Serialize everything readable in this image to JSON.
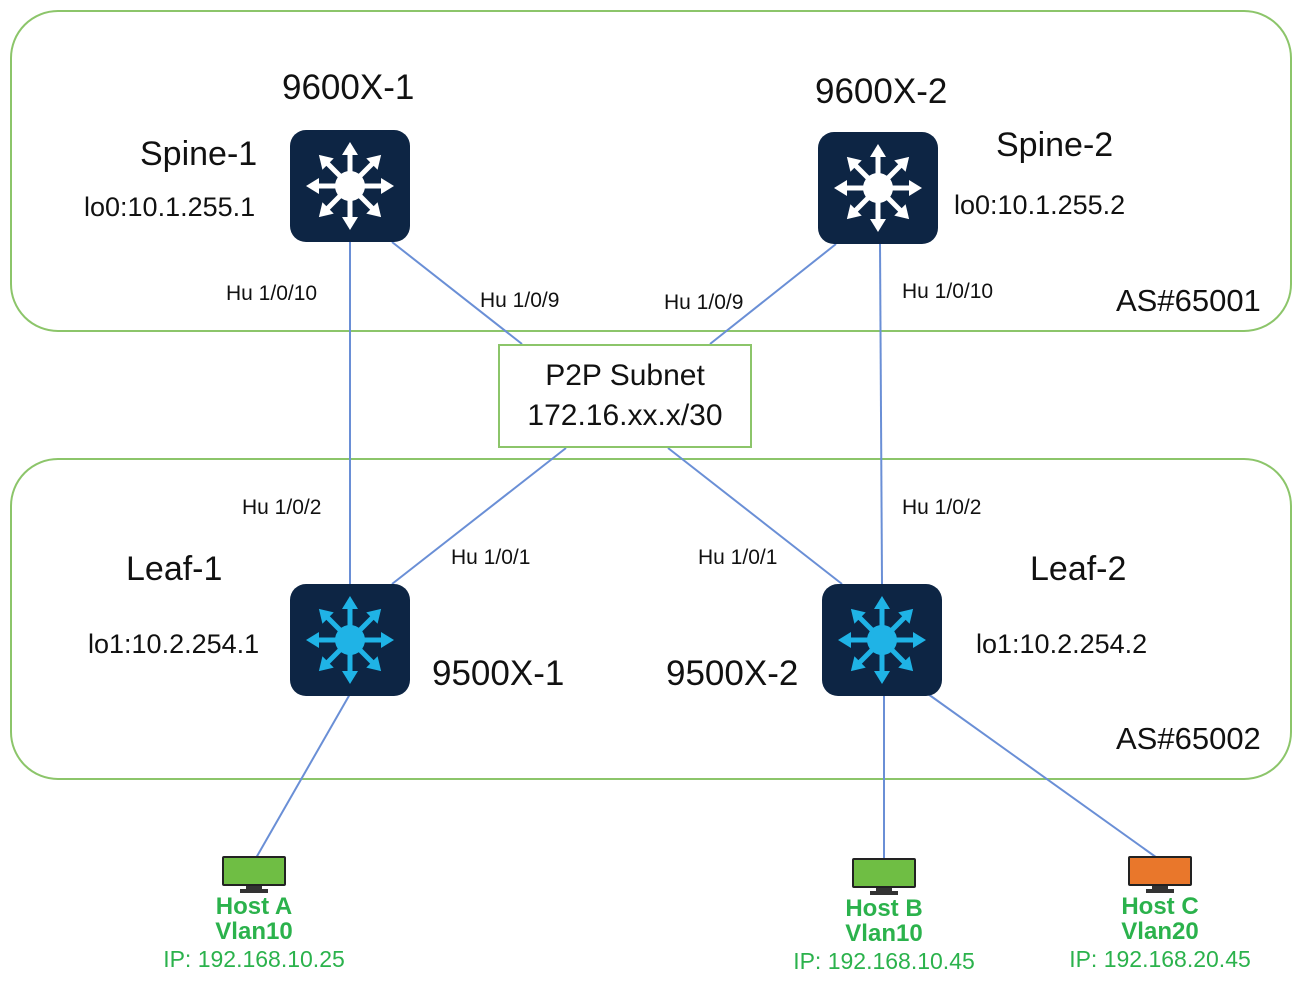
{
  "colors": {
    "zone_border": "#8cc56a",
    "link": "#6a8fd6",
    "spine_bg": "#0d2544",
    "spine_arrows": "#ffffff",
    "leaf_arrows": "#1fb3e6",
    "host_text": "#2bb24c",
    "host_green": "#6fbe44",
    "host_orange": "#e9772b"
  },
  "zones": {
    "spine_as": "AS#65001",
    "leaf_as": "AS#65002"
  },
  "p2p": {
    "line1": "P2P Subnet",
    "line2": "172.16.xx.x/30"
  },
  "spines": [
    {
      "model": "9600X-1",
      "name": "Spine-1",
      "loopback": "lo0:10.1.255.1"
    },
    {
      "model": "9600X-2",
      "name": "Spine-2",
      "loopback": "lo0:10.1.255.2"
    }
  ],
  "leaves": [
    {
      "model": "9500X-1",
      "name": "Leaf-1",
      "loopback": "lo1:10.2.254.1"
    },
    {
      "model": "9500X-2",
      "name": "Leaf-2",
      "loopback": "lo1:10.2.254.2"
    }
  ],
  "ports": {
    "spine1_down": "Hu 1/0/10",
    "spine1_p2p": "Hu 1/0/9",
    "spine2_p2p": "Hu 1/0/9",
    "spine2_down": "Hu 1/0/10",
    "leaf1_up": "Hu 1/0/2",
    "leaf1_p2p": "Hu 1/0/1",
    "leaf2_p2p": "Hu 1/0/1",
    "leaf2_up": "Hu 1/0/2"
  },
  "hosts": [
    {
      "name": "Host A",
      "vlan": "Vlan10",
      "ip": "IP: 192.168.10.25",
      "color": "#6fbe44"
    },
    {
      "name": "Host B",
      "vlan": "Vlan10",
      "ip": "IP: 192.168.10.45",
      "color": "#6fbe44"
    },
    {
      "name": "Host C",
      "vlan": "Vlan20",
      "ip": "IP: 192.168.20.45",
      "color": "#e9772b"
    }
  ]
}
